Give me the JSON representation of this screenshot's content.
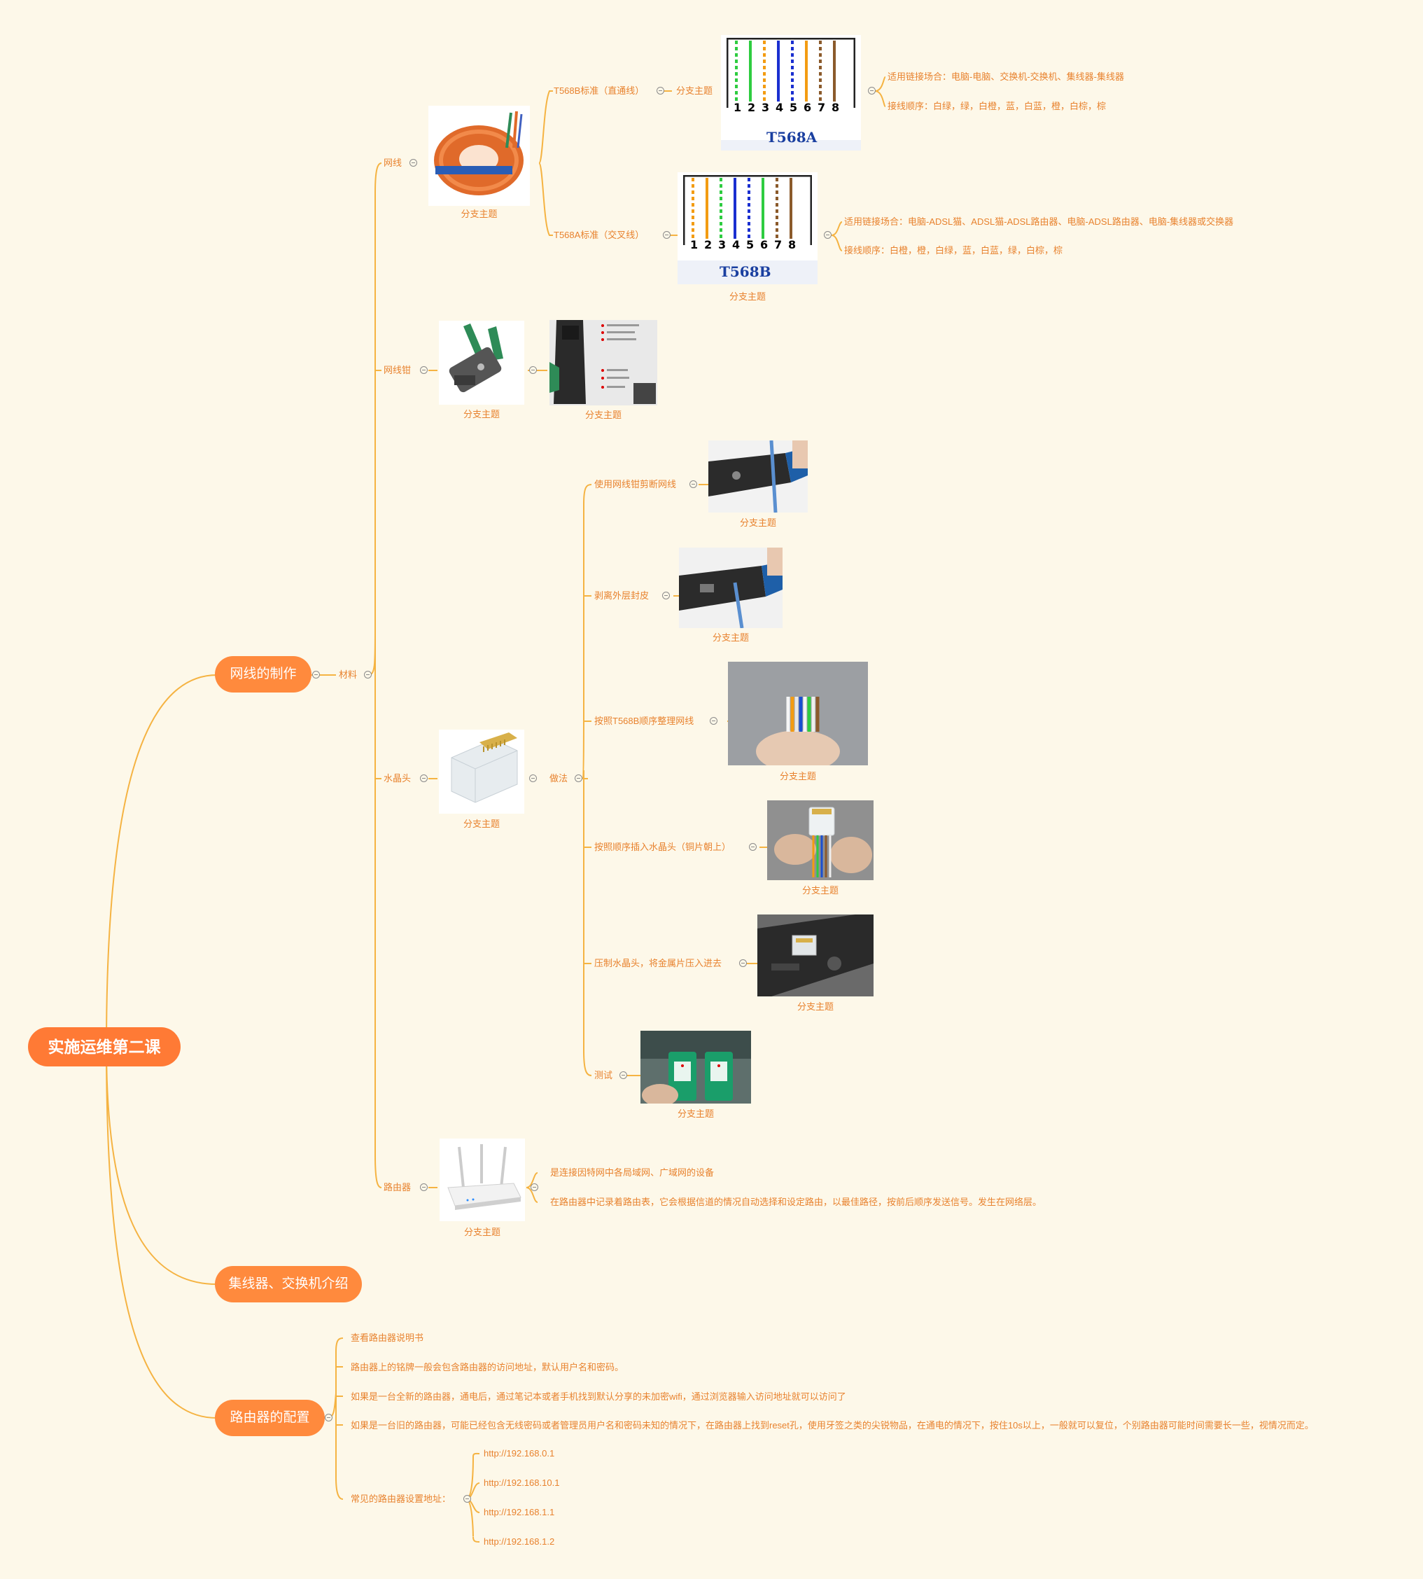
{
  "root": "实施运维第二课",
  "level1": {
    "cable_making": "网线的制作",
    "hub_switch": "集线器、交换机介绍",
    "router_config": "路由器的配置"
  },
  "materials": "材料",
  "branch_caption": "分支主题",
  "cable": {
    "label": "网线",
    "t568b_label": "T568B标准（直通线）",
    "t568a_label": "T568A标准（交叉线）",
    "t568a_image_title": "T568A",
    "t568b_image_title": "T568B",
    "pin_numbers": [
      "1",
      "2",
      "3",
      "4",
      "5",
      "6",
      "7",
      "8"
    ],
    "straight_use": "适用链接场合：电脑-电脑、交换机-交换机、集线器-集线器",
    "straight_order": "接线顺序：白绿，绿，白橙，蓝，白蓝，橙，白棕，棕",
    "cross_use": "适用链接场合：电脑-ADSL猫、ADSL猫-ADSL路由器、电脑-ADSL路由器、电脑-集线器或交换器",
    "cross_order": "接线顺序：白橙，橙，白绿，蓝，白蓝，绿，白棕，棕"
  },
  "crimper": {
    "label": "网线钳"
  },
  "rj45": {
    "label": "水晶头",
    "method": "做法",
    "steps": [
      "使用网线钳剪断网线",
      "剥离外层封皮",
      "按照T568B顺序整理网线",
      "按照顺序插入水晶头（铜片朝上）",
      "压制水晶头，将金属片压入进去",
      "测试"
    ]
  },
  "router": {
    "label": "路由器",
    "desc1": "是连接因特网中各局域网、广域网的设备",
    "desc2": "在路由器中记录着路由表，它会根据信道的情况自动选择和设定路由，以最佳路径，按前后顺序发送信号。发生在网络层。"
  },
  "config": {
    "items": [
      "查看路由器说明书",
      "路由器上的铭牌一般会包含路由器的访问地址，默认用户名和密码。",
      "如果是一台全新的路由器，通电后，通过笔记本或者手机找到默认分享的未加密wifi，通过浏览器输入访问地址就可以访问了",
      "如果是一台旧的路由器，可能已经包含无线密码或者管理员用户名和密码未知的情况下，在路由器上找到reset孔，使用牙签之类的尖锐物品，在通电的情况下，按住10s以上，一般就可以复位，个别路由器可能时间需要长一些，视情况而定。"
    ],
    "addr_label": "常见的路由器设置地址：",
    "addresses": [
      "http://192.168.0.1",
      "http://192.168.10.1",
      "http://192.168.1.1",
      "http://192.168.1.2"
    ]
  },
  "colors": {
    "line": "#f5b342",
    "pill": "#ff8a3d",
    "root": "#ff7a35",
    "text": "#e8822e",
    "background": "#fdf8e9"
  }
}
